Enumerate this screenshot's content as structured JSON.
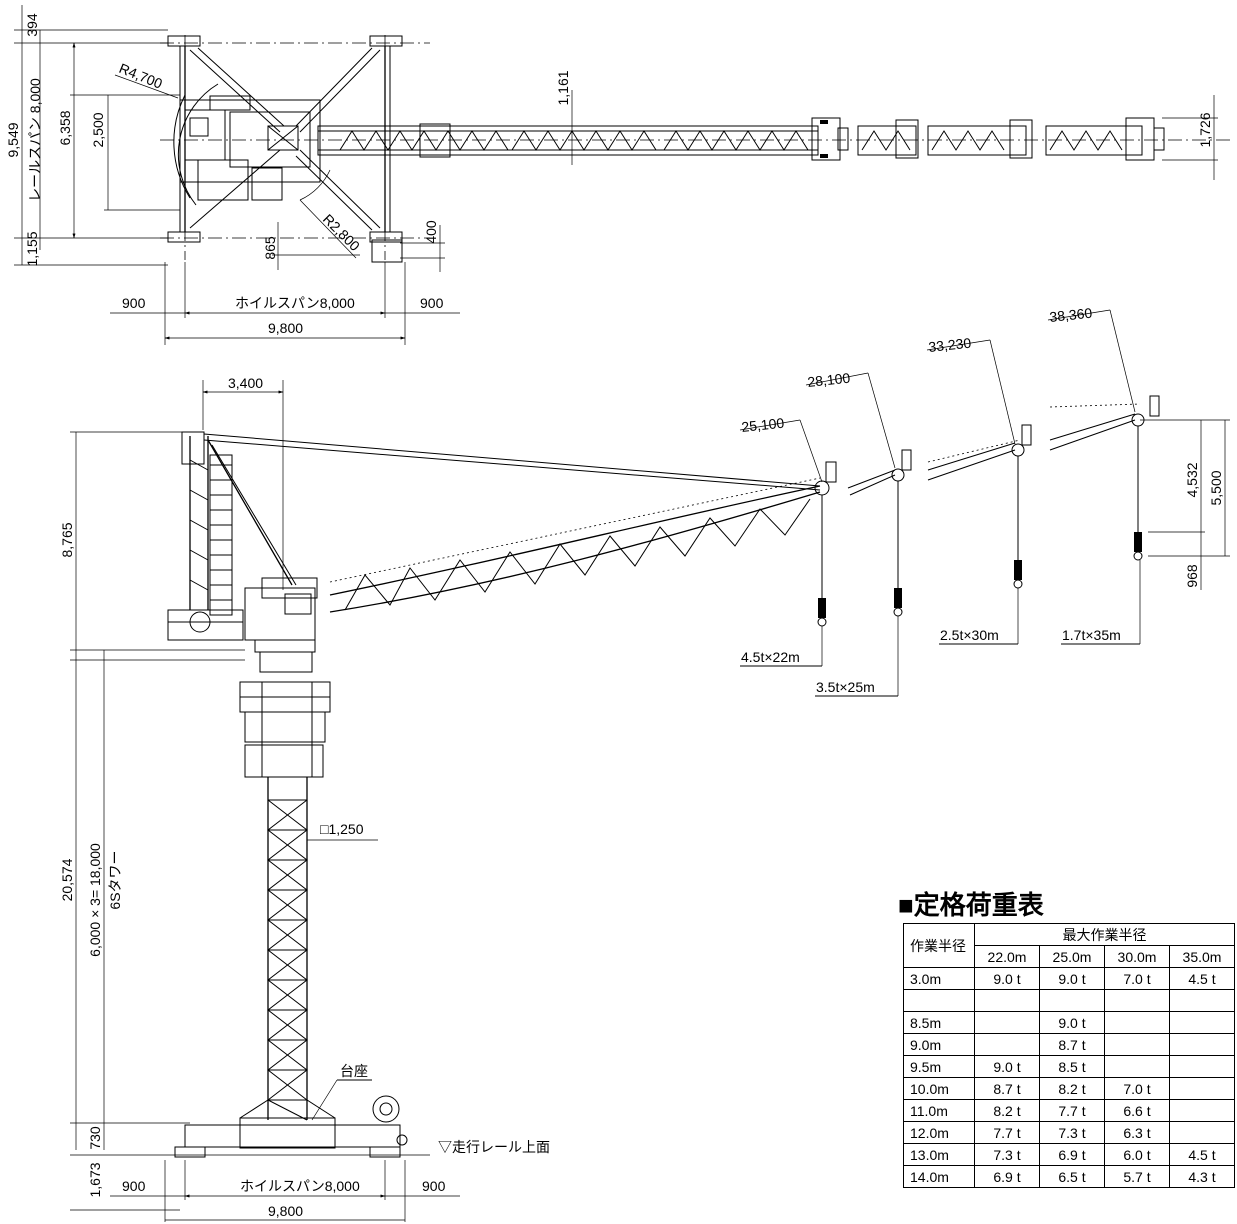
{
  "plan_view": {
    "dims": {
      "d394": "394",
      "d9549": "9,549",
      "rail_span": "レールスパン 8,000",
      "d6358": "6,358",
      "d2500": "2,500",
      "d1155": "1,155",
      "r4700": "R4,700",
      "r2800": "R2,800",
      "d1161": "1,161",
      "d1726": "1,726",
      "d865": "865",
      "d400": "400",
      "d900_left": "900",
      "wheel_span": "ホイルスパン8,000",
      "d900_right": "900",
      "d9800": "9,800"
    }
  },
  "elevation_view": {
    "dims": {
      "d3400": "3,400",
      "d8765": "8,765",
      "d20574": "20,574",
      "tower_spec": "6,000 × 3= 18,000",
      "tower_name": "6Sタワー",
      "d1250": "□1,250",
      "d730": "730",
      "d1673": "1,673",
      "d900_left": "900",
      "wheel_span": "ホイルスパン8,000",
      "d900_right": "900",
      "d9800": "9,800",
      "base_label": "台座",
      "rail_label": "▽走行レール上面"
    },
    "radii": [
      "25,100",
      "28,100",
      "33,230",
      "38,360"
    ],
    "loads": [
      "4.5t×22m",
      "3.5t×25m",
      "2.5t×30m",
      "1.7t×35m"
    ],
    "tip_dims": {
      "d4532": "4,532",
      "d5500": "5,500",
      "d968": "968"
    }
  },
  "load_table": {
    "title": "■定格荷重表",
    "col_header": "作業半径",
    "group_header": "最大作業半径",
    "max_radii": [
      "22.0m",
      "25.0m",
      "30.0m",
      "35.0m"
    ],
    "rows": [
      {
        "r": "3.0m",
        "v": [
          "9.0 t",
          "9.0 t",
          "7.0 t",
          "4.5 t"
        ]
      },
      {
        "r": "",
        "v": [
          "",
          "",
          "",
          ""
        ]
      },
      {
        "r": "8.5m",
        "v": [
          "",
          "9.0 t",
          "",
          ""
        ]
      },
      {
        "r": "9.0m",
        "v": [
          "",
          "8.7 t",
          "",
          ""
        ]
      },
      {
        "r": "9.5m",
        "v": [
          "9.0 t",
          "8.5 t",
          "",
          ""
        ]
      },
      {
        "r": "10.0m",
        "v": [
          "8.7 t",
          "8.2 t",
          "7.0 t",
          ""
        ]
      },
      {
        "r": "11.0m",
        "v": [
          "8.2 t",
          "7.7 t",
          "6.6 t",
          ""
        ]
      },
      {
        "r": "12.0m",
        "v": [
          "7.7 t",
          "7.3 t",
          "6.3 t",
          ""
        ]
      },
      {
        "r": "13.0m",
        "v": [
          "7.3 t",
          "6.9 t",
          "6.0 t",
          "4.5 t"
        ]
      },
      {
        "r": "14.0m",
        "v": [
          "6.9 t",
          "6.5 t",
          "5.7 t",
          "4.3 t"
        ]
      }
    ]
  }
}
